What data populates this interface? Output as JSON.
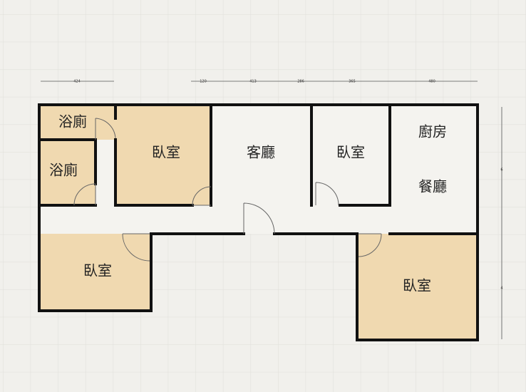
{
  "title": "Floor plan",
  "colors": {
    "room_fill": "#f0d9b0",
    "floor": "#f4f3ef",
    "wall": "#111111",
    "grid": "#e2e1dc"
  },
  "rooms": {
    "bath1": "浴廁",
    "bath2": "浴廁",
    "bedroom1": "臥室",
    "living": "客廳",
    "bedroom2": "臥室",
    "kitchen": "廚房",
    "dining": "餐廳",
    "bedroom3": "臥室",
    "bedroom4": "臥室"
  },
  "dimensions": {
    "top": [
      "424",
      "120",
      "413",
      "286",
      "365",
      "480"
    ],
    "right": [
      "6",
      "4"
    ]
  }
}
